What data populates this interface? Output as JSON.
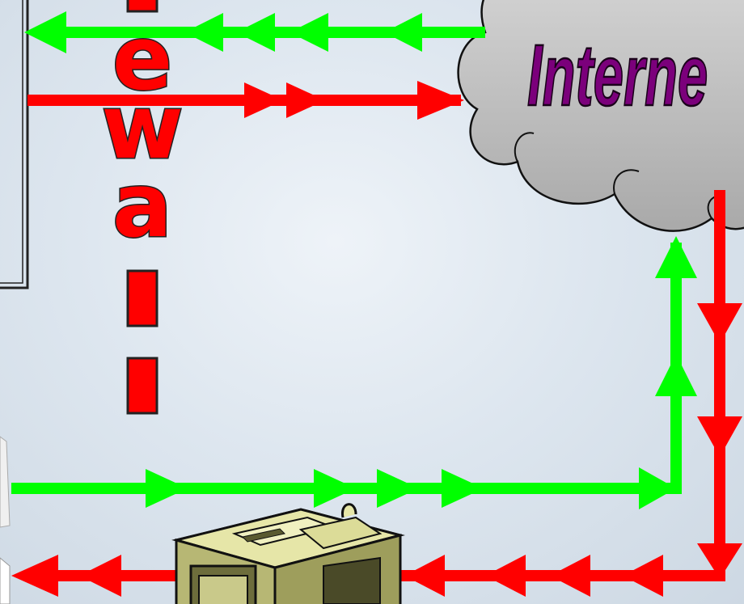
{
  "firewall": {
    "visible_letters": [
      "e",
      "w",
      "a",
      "l",
      "l"
    ],
    "letter_color": "#ff0000"
  },
  "cloud": {
    "label": "Interne",
    "label_color": "#7b007b",
    "fill_color": "#c4c4c4"
  },
  "colors": {
    "outbound_arrow": "#00ff00",
    "inbound_arrow": "#ff0000",
    "background": "#dde6ef"
  },
  "icons": {
    "server": "server-icon",
    "printer": "printer-icon",
    "cloud": "cloud-icon"
  }
}
